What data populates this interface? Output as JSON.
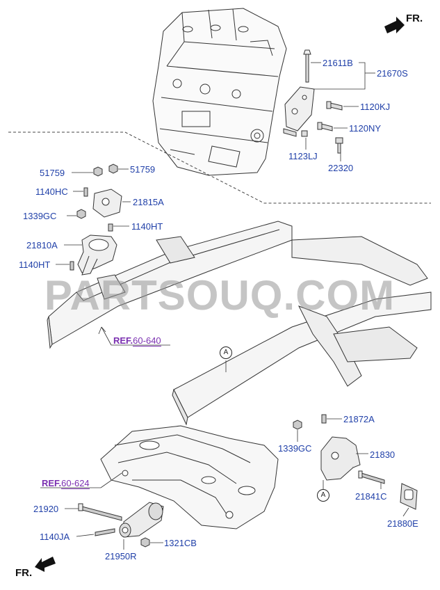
{
  "orientation": {
    "front_label": "FR."
  },
  "watermark": "PARTSOUQ.COM",
  "callouts": {
    "c21611B": "21611B",
    "c21670S": "21670S",
    "c1120KJ": "1120KJ",
    "c1120NY": "1120NY",
    "c1123LJ": "1123LJ",
    "c22320": "22320",
    "c51759a": "51759",
    "c51759b": "51759",
    "c1140HC": "1140HC",
    "c21815A": "21815A",
    "c1339GCa": "1339GC",
    "c1140HTa": "1140HT",
    "c21810A": "21810A",
    "c1140HTb": "1140HT",
    "c21872A": "21872A",
    "c1339GCb": "1339GC",
    "c21830": "21830",
    "c21841C": "21841C",
    "c21880E": "21880E",
    "c21920": "21920",
    "c1140JA": "1140JA",
    "c21950R": "21950R",
    "c1321CB": "1321CB"
  },
  "references": {
    "ref1": {
      "prefix": "REF.",
      "code": "60-640"
    },
    "ref2": {
      "prefix": "REF.",
      "code": "60-624"
    }
  },
  "markers": {
    "a_top": "A",
    "a_bottom": "A"
  },
  "colors": {
    "callout": "#1f3fa8",
    "reference": "#7a2fb0",
    "line": "#222222"
  }
}
